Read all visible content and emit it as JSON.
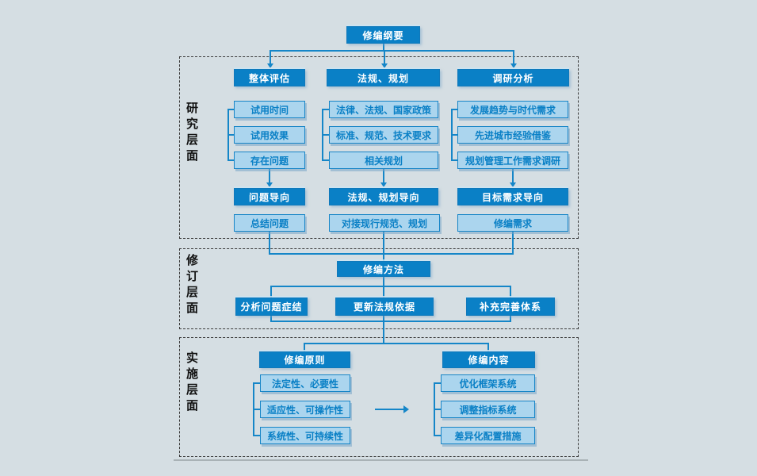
{
  "root": {
    "label": "修编纲要"
  },
  "research": {
    "label": "研究层面",
    "col1": {
      "header": "整体评估",
      "items": [
        "试用时间",
        "试用效果",
        "存在问题"
      ],
      "orientation": "问题导向",
      "summary": "总结问题"
    },
    "col2": {
      "header": "法规、规划",
      "items": [
        "法律、法规、国家政策",
        "标准、规范、技术要求",
        "相关规划"
      ],
      "orientation": "法规、规划导向",
      "summary": "对接现行规范、规划"
    },
    "col3": {
      "header": "调研分析",
      "items": [
        "发展趋势与时代需求",
        "先进城市经验借鉴",
        "规划管理工作需求调研"
      ],
      "orientation": "目标需求导向",
      "summary": "修编需求"
    }
  },
  "revision": {
    "label": "修订层面",
    "method": "修编方法",
    "items": [
      "分析问题症结",
      "更新法规依据",
      "补充完善体系"
    ]
  },
  "implementation": {
    "label": "实施层面",
    "principles": {
      "header": "修编原则",
      "items": [
        "法定性、必要性",
        "适应性、可操作性",
        "系统性、可持续性"
      ]
    },
    "contents": {
      "header": "修编内容",
      "items": [
        "优化框架系统",
        "调整指标系统",
        "差异化配置措施"
      ]
    }
  },
  "colors": {
    "solid_box": "#0a80c6",
    "light_box_fill": "#abd5ee",
    "light_box_border": "#1785c7",
    "connector": "#1586c8",
    "background": "#d5dee3",
    "section_border": "#3a3a3a"
  }
}
